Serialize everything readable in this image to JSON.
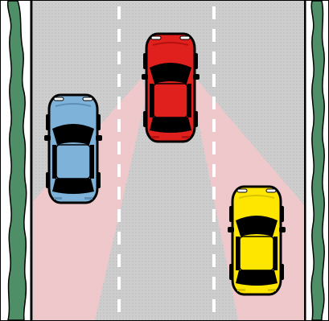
{
  "scene": {
    "colors": {
      "frame": "#000000",
      "road": "#cfcfcf",
      "road_texture": "#b4b4b4",
      "lane_marking": "#ffffff",
      "verge": "#ffffff",
      "vegetation": "#4f8f67",
      "blind_spot_zone": "#f4c7cb"
    }
  },
  "vehicles": [
    {
      "id": "red",
      "color": "#e0201c",
      "shade": "#b3120f"
    },
    {
      "id": "blue",
      "color": "#7fb2d8",
      "shade": "#5f8fb5"
    },
    {
      "id": "yellow",
      "color": "#ffe600",
      "shade": "#d9c400"
    }
  ],
  "zones": [
    {
      "id": "left-blind-spot"
    },
    {
      "id": "right-blind-spot"
    }
  ]
}
